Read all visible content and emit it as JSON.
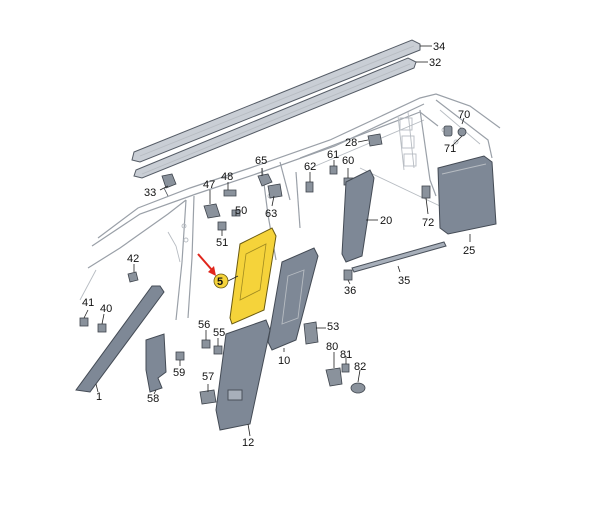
{
  "diagram": {
    "highlight_color": "#f5d33a",
    "arrow_color": "#e0261c",
    "callouts": [
      {
        "id": "c34",
        "text": "34"
      },
      {
        "id": "c32",
        "text": "32"
      },
      {
        "id": "c70",
        "text": "70"
      },
      {
        "id": "c28",
        "text": "28"
      },
      {
        "id": "c71",
        "text": "71"
      },
      {
        "id": "c61",
        "text": "61"
      },
      {
        "id": "c65",
        "text": "65"
      },
      {
        "id": "c62",
        "text": "62"
      },
      {
        "id": "c60",
        "text": "60"
      },
      {
        "id": "c33",
        "text": "33"
      },
      {
        "id": "c48",
        "text": "48"
      },
      {
        "id": "c47",
        "text": "47"
      },
      {
        "id": "c50",
        "text": "50"
      },
      {
        "id": "c63",
        "text": "63"
      },
      {
        "id": "c51",
        "text": "51"
      },
      {
        "id": "c20",
        "text": "20"
      },
      {
        "id": "c72",
        "text": "72"
      },
      {
        "id": "c25",
        "text": "25"
      },
      {
        "id": "c42",
        "text": "42"
      },
      {
        "id": "c5",
        "text": "5"
      },
      {
        "id": "c35",
        "text": "35"
      },
      {
        "id": "c36",
        "text": "36"
      },
      {
        "id": "c41",
        "text": "41"
      },
      {
        "id": "c40",
        "text": "40"
      },
      {
        "id": "c56",
        "text": "56"
      },
      {
        "id": "c55",
        "text": "55"
      },
      {
        "id": "c53",
        "text": "53"
      },
      {
        "id": "c10",
        "text": "10"
      },
      {
        "id": "c80",
        "text": "80"
      },
      {
        "id": "c81",
        "text": "81"
      },
      {
        "id": "c82",
        "text": "82"
      },
      {
        "id": "c59",
        "text": "59"
      },
      {
        "id": "c57",
        "text": "57"
      },
      {
        "id": "c58",
        "text": "58"
      },
      {
        "id": "c1",
        "text": "1"
      },
      {
        "id": "c12",
        "text": "12"
      }
    ]
  }
}
